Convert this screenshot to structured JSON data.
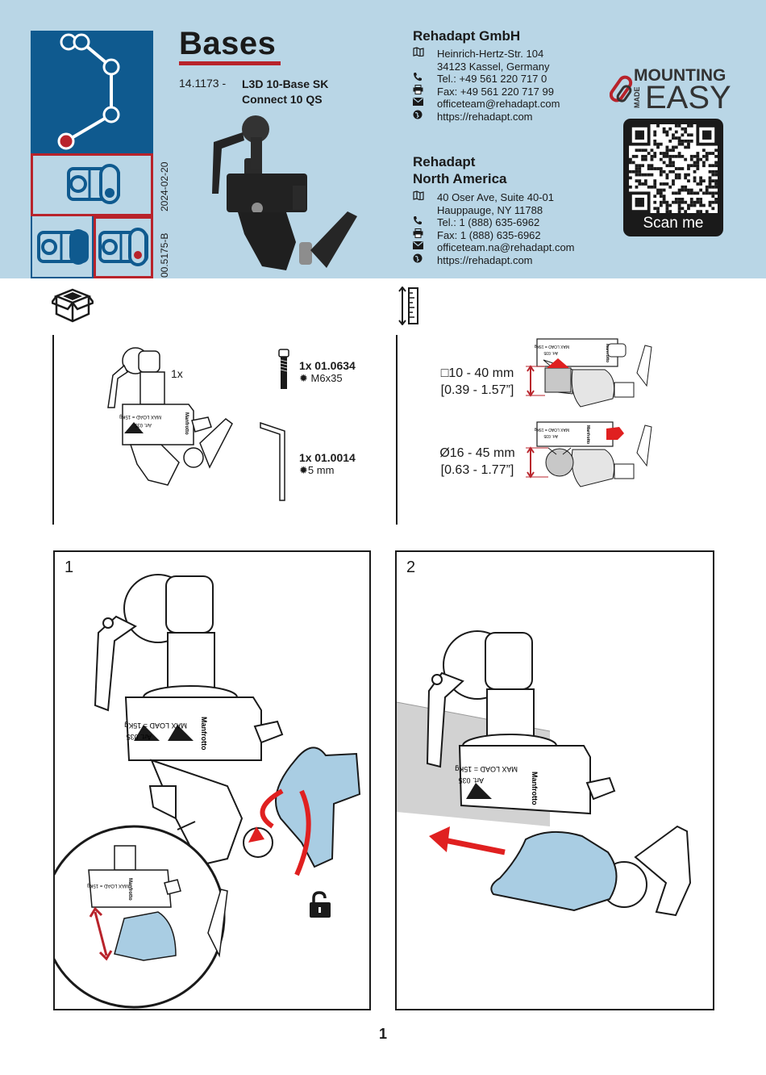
{
  "header": {
    "title": "Bases",
    "article_number": "14.1173 -",
    "article_name": [
      "L3D 10-Base SK",
      "Connect 10 QS"
    ],
    "doc_code": "00.5175-B",
    "doc_date": "2024-02-20"
  },
  "company_de": {
    "name": "Rehadapt GmbH",
    "street": "Heinrich-Hertz-Str. 104",
    "city": "34123 Kassel, Germany",
    "tel": "Tel.: +49 561 220 717 0",
    "fax": "Fax: +49 561 220 717 99",
    "email": "officeteam@rehadapt.com",
    "web": "https://rehadapt.com"
  },
  "company_na": {
    "name": [
      "Rehadapt",
      "North America"
    ],
    "street": "40 Oser Ave, Suite 40-01",
    "city": "Hauppauge, NY 11788",
    "tel": "Tel.: 1 (888) 635-6962",
    "fax": "Fax: 1 (888) 635-6962",
    "email": "officeteam.na@rehadapt.com",
    "web": "https://rehadapt.com"
  },
  "logo": {
    "line1": "MOUNTING",
    "made": "MADE",
    "line2": "EASY"
  },
  "qr": {
    "label": "Scan me"
  },
  "contents": {
    "main_qty": "1x",
    "screw": {
      "qty": "1x",
      "code": "01.0634",
      "spec": "M6x35"
    },
    "key": {
      "qty": "1x",
      "code": "01.0014",
      "spec": "5 mm"
    }
  },
  "dimensions": {
    "square": {
      "metric": "10 - 40 mm",
      "imperial": "[0.39 - 1.57”]"
    },
    "round": {
      "metric": "Ø16 - 45 mm",
      "imperial": "[0.63 - 1.77”]"
    }
  },
  "clamp_labels": {
    "max_load": "MAX LOAD = 15Kg",
    "art": "Art. 035",
    "brand": "Manfrotto"
  },
  "steps": [
    "1",
    "2"
  ],
  "page_number": "1",
  "colors": {
    "header_bg": "#b9d6e6",
    "brand_blue": "#0f5a8f",
    "accent_red": "#b8232b",
    "part_blue": "#a9cde3"
  },
  "icons": [
    "map-icon",
    "phone-icon",
    "printer-icon",
    "envelope-icon",
    "globe-icon",
    "box-icon",
    "ruler-icon",
    "unlock-icon"
  ]
}
